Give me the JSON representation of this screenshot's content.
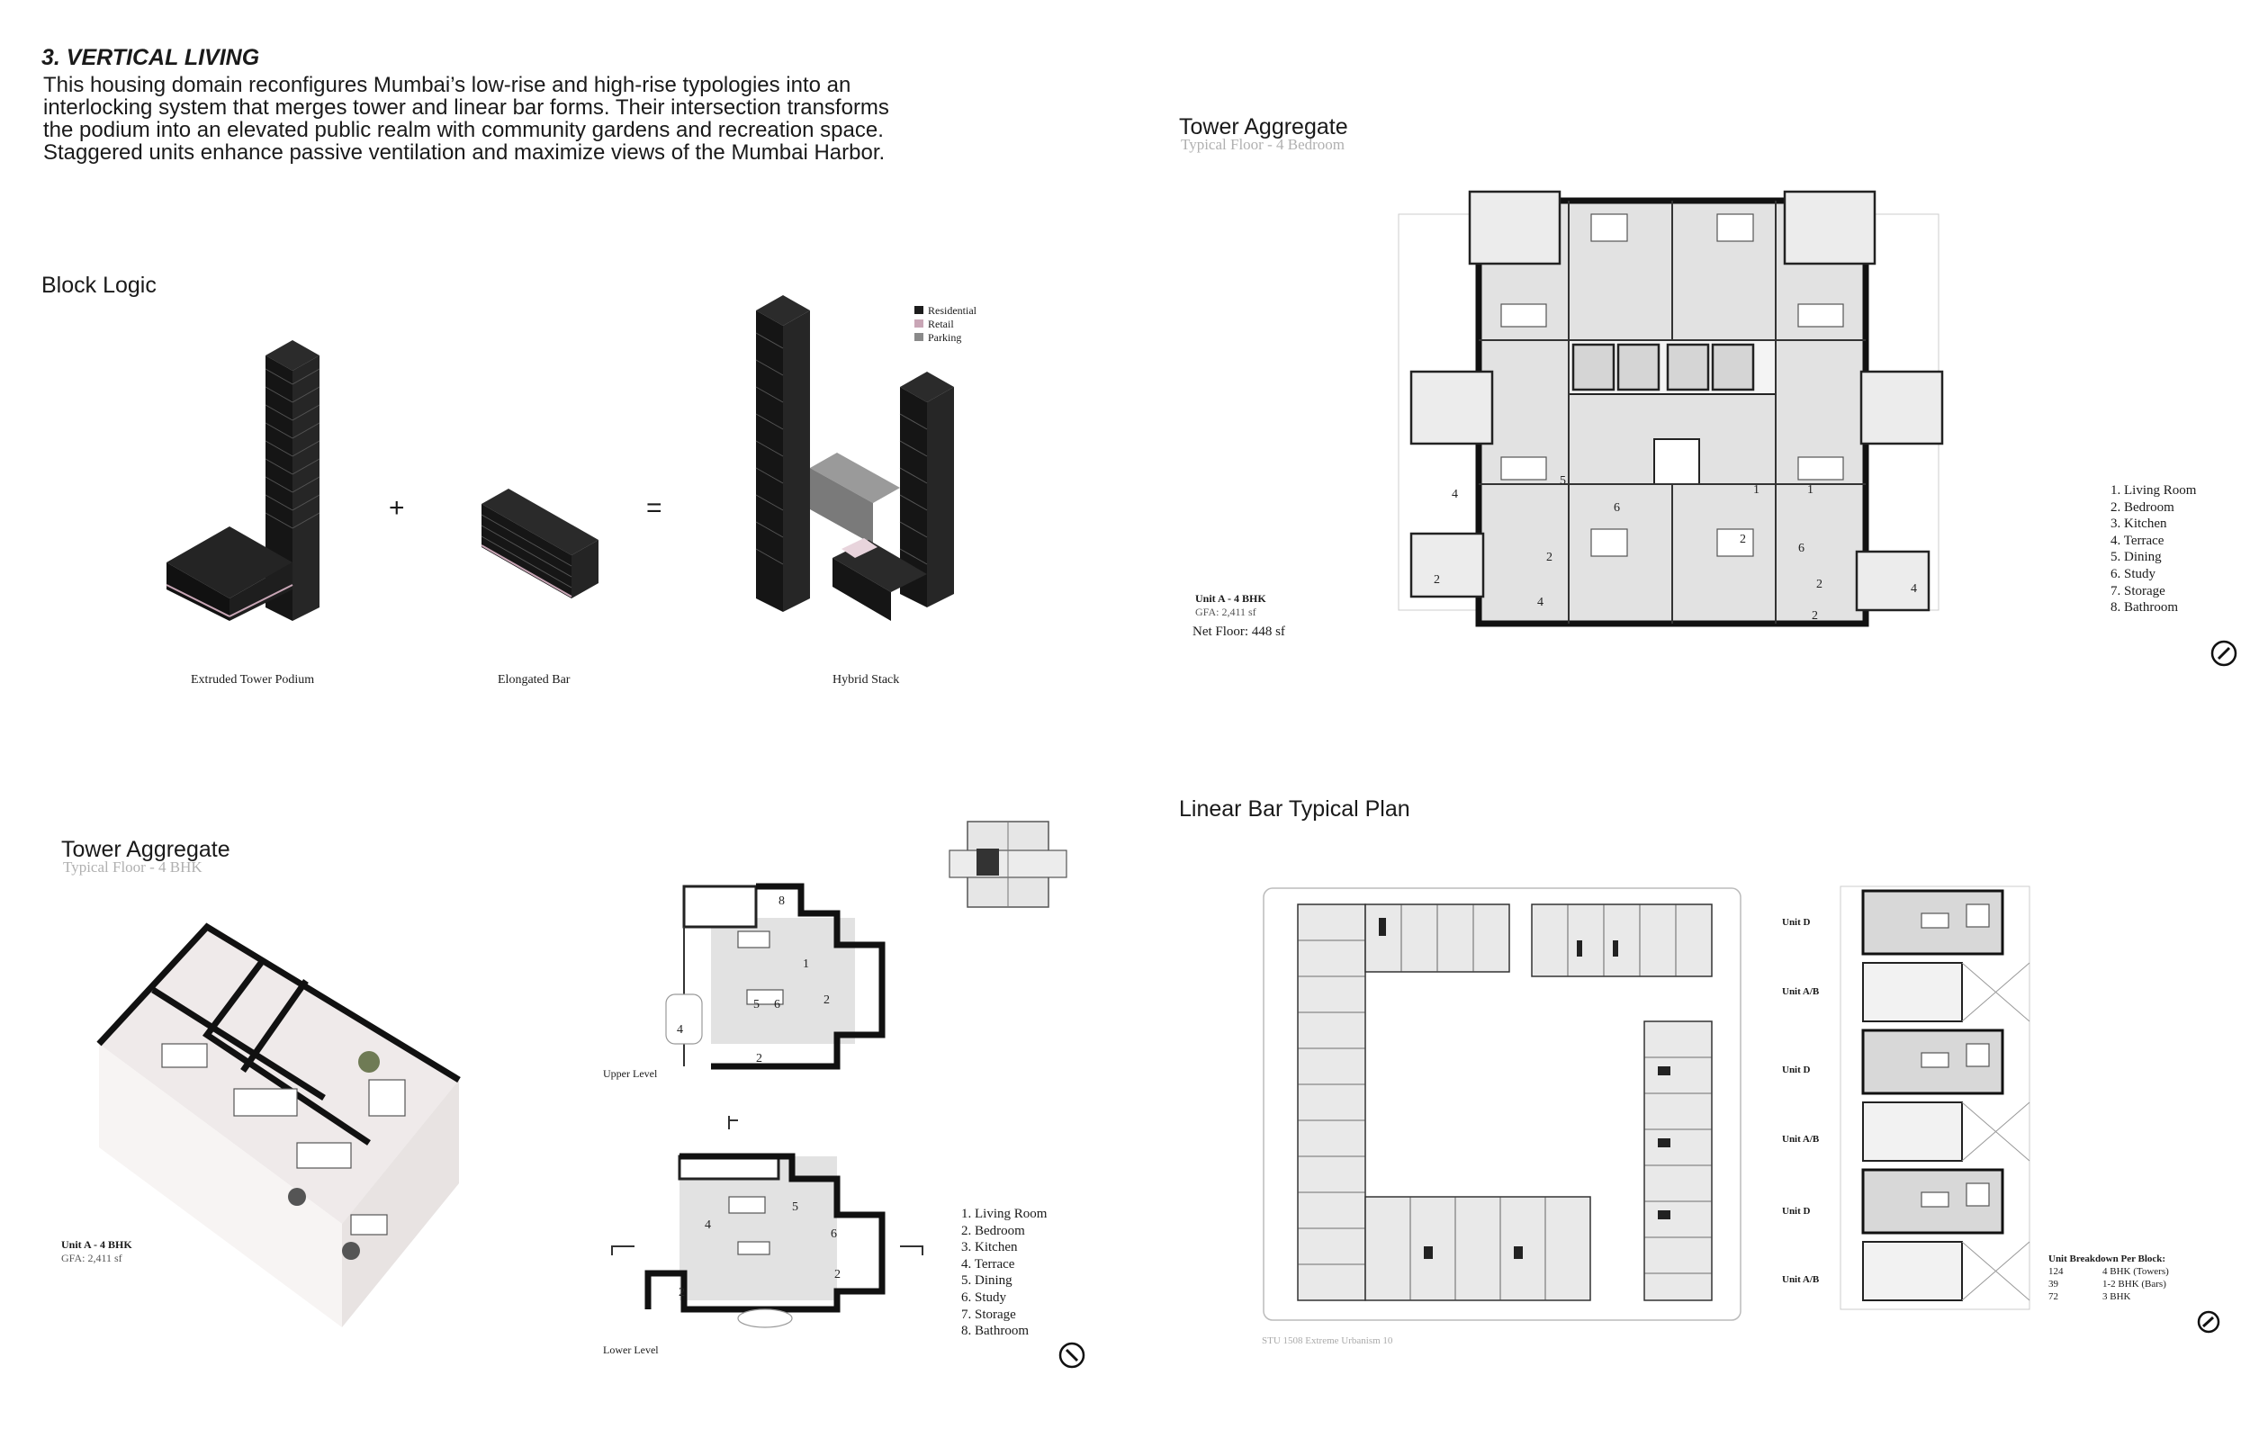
{
  "header": {
    "title": "3. VERTICAL LIVING",
    "intro": "This housing domain reconfigures Mumbai’s low-rise and high-rise typologies into an interlocking system that merges tower and linear bar forms. Their intersection transforms the podium into an elevated public realm with community gardens and recreation space. Staggered units enhance passive ventilation and maximize views of the Mumbai Harbor."
  },
  "block_logic": {
    "title": "Block Logic",
    "operators": {
      "plus": "+",
      "equals": "="
    },
    "captions": [
      "Extruded Tower Podium",
      "Elongated Bar",
      "Hybrid Stack"
    ],
    "legend": [
      {
        "label": "Residential",
        "color": "#1c1c1c"
      },
      {
        "label": "Retail",
        "color": "#c9a6b6"
      },
      {
        "label": "Parking",
        "color": "#8a8a8a"
      }
    ]
  },
  "tower_plan": {
    "title": "Tower Aggregate",
    "subtitle": "Typical Floor - 4 Bedroom",
    "unit_name": "Unit A - 4 BHK",
    "unit_gfa": "GFA: 2,411 sf",
    "net_floor": "Net Floor: 448 sf",
    "room_numbers": [
      "1",
      "2",
      "4",
      "5",
      "6",
      "2",
      "1",
      "2",
      "6",
      "2",
      "4",
      "4",
      "2"
    ],
    "legend": [
      "1. Living Room",
      "2. Bedroom",
      "3. Kitchen",
      "4. Terrace",
      "5. Dining",
      "6. Study",
      "7. Storage",
      "8. Bathroom"
    ]
  },
  "tower_axon": {
    "title": "Tower Aggregate",
    "subtitle": "Typical Floor - 4 BHK",
    "unit_name": "Unit A - 4 BHK",
    "unit_gfa": "GFA: 2,411 sf",
    "upper_level": "Upper Level",
    "lower_level": "Lower Level",
    "upper_numbers": [
      "8",
      "1",
      "5",
      "6",
      "2",
      "2",
      "4"
    ],
    "lower_numbers": [
      "5",
      "4",
      "6",
      "2",
      "2"
    ],
    "legend": [
      "1. Living Room",
      "2. Bedroom",
      "3. Kitchen",
      "4. Terrace",
      "5. Dining",
      "6. Study",
      "7. Storage",
      "8. Bathroom"
    ]
  },
  "linear_bar": {
    "title": "Linear Bar Typical Plan",
    "unit_labels": [
      "Unit D",
      "Unit A/B",
      "Unit D",
      "Unit A/B",
      "Unit D",
      "Unit A/B"
    ],
    "breakdown_title": "Unit Breakdown Per Block:",
    "breakdown": [
      {
        "count": "124",
        "type": "4 BHK (Towers)"
      },
      {
        "count": "39",
        "type": "1-2 BHK (Bars)"
      },
      {
        "count": "72",
        "type": "3 BHK"
      }
    ],
    "footer": "STU 1508 Extreme Urbanism 10"
  }
}
